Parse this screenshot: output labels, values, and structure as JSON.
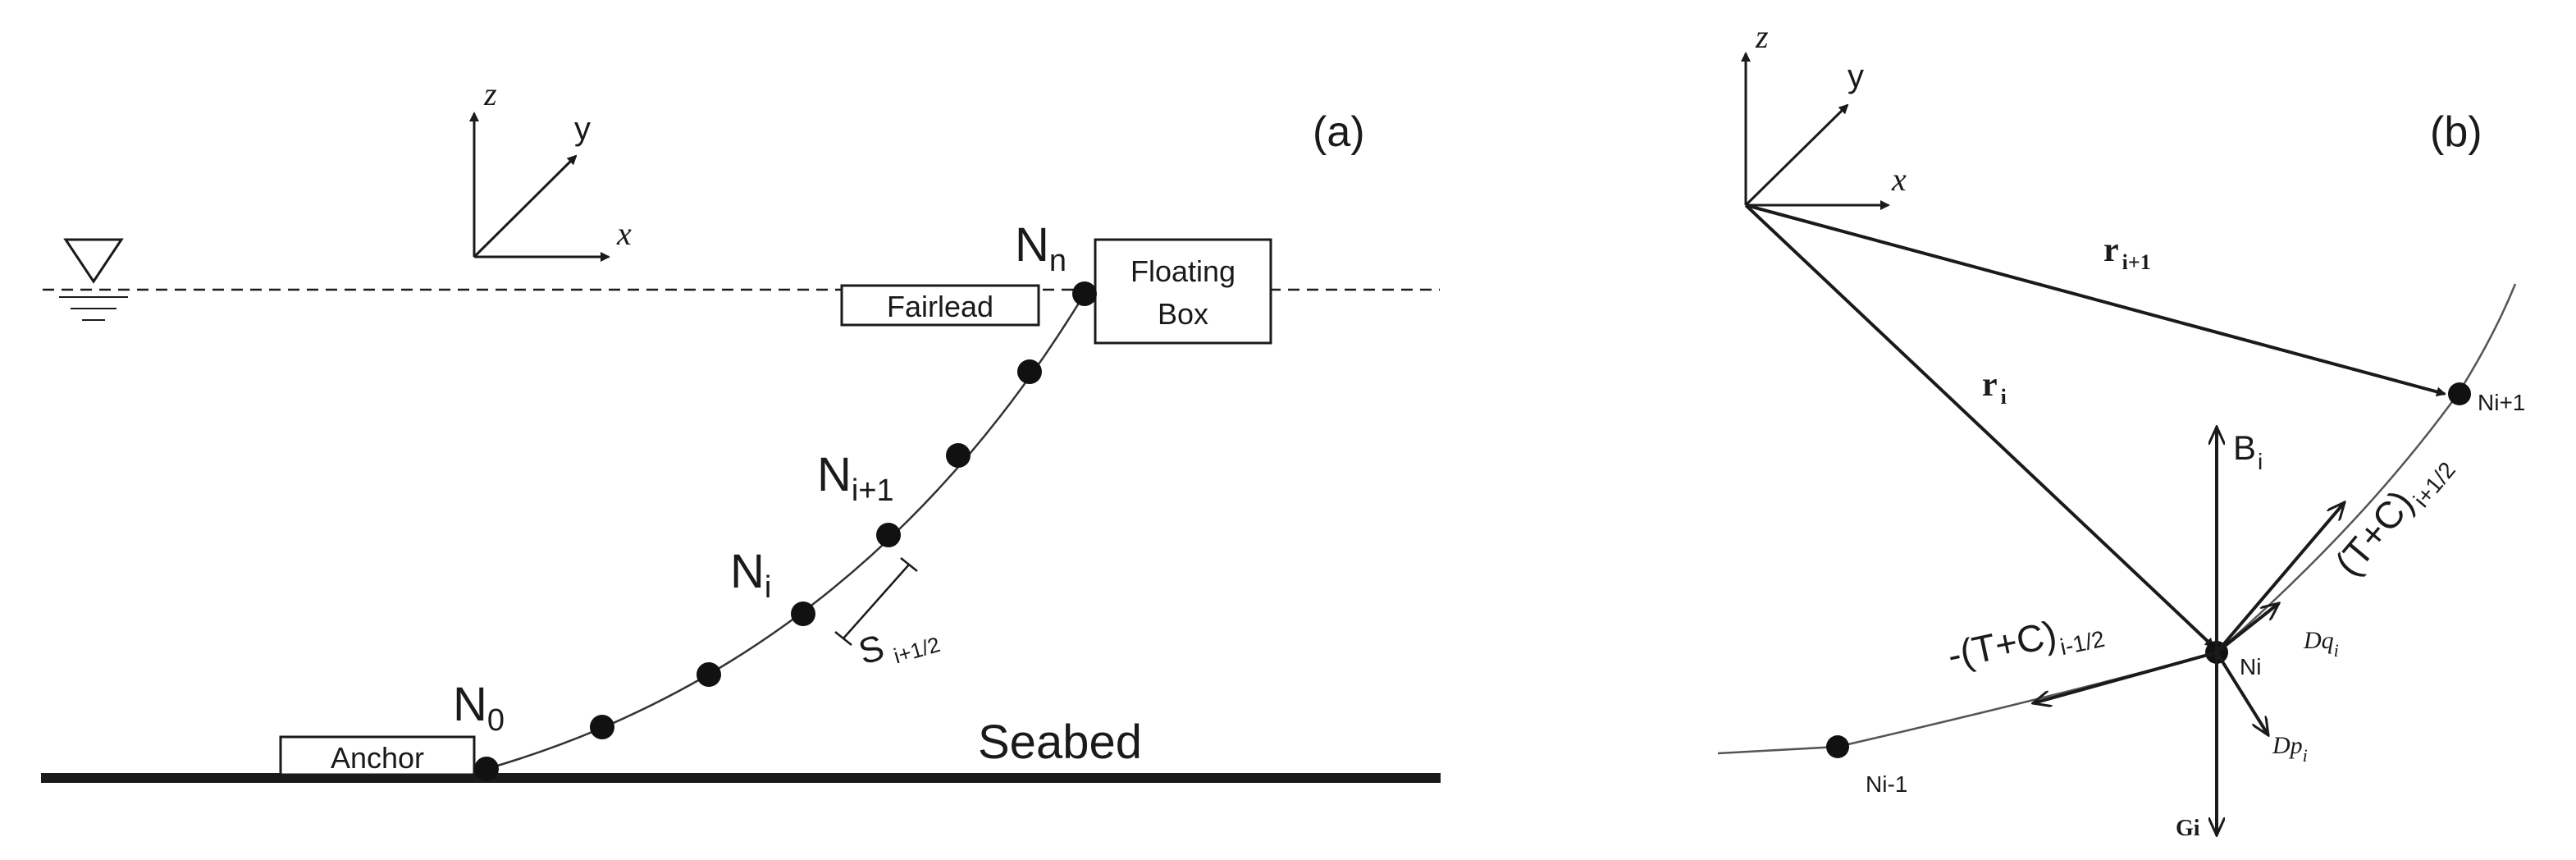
{
  "panel_a": {
    "tag": "(a)",
    "axes": {
      "z": "z",
      "y": "y",
      "x": "x"
    },
    "fairlead": "Fairlead",
    "floating_box_line1": "Floating",
    "floating_box_line2": "Box",
    "anchor": "Anchor",
    "seabed": "Seabed",
    "node_n": {
      "base": "N",
      "sub": "n"
    },
    "node_i1": {
      "base": "N",
      "sub": "i+1"
    },
    "node_i": {
      "base": "N",
      "sub": "i"
    },
    "node_0": {
      "base": "N",
      "sub": "0"
    },
    "segment": {
      "base": "S",
      "sub": "i+1/2"
    }
  },
  "panel_b": {
    "tag": "(b)",
    "axes": {
      "z": "z",
      "y": "y",
      "x": "x"
    },
    "r_next": {
      "base": "r",
      "sub": "i+1"
    },
    "r_i": {
      "base": "r",
      "sub": "i"
    },
    "node_next": "Ni+1",
    "node_i": "Ni",
    "node_prev": "Ni-1",
    "buoyancy": {
      "base": "B",
      "sub": "i"
    },
    "tension_next": {
      "base": "(T+C)",
      "sub": "i+1/2"
    },
    "tension_prev": {
      "base": "-(T+C)",
      "sub": "i-1/2"
    },
    "drag_q": {
      "base": "Dq",
      "sub": "i"
    },
    "drag_p": {
      "base": "Dp",
      "sub": "i"
    },
    "gravity": "Gi"
  }
}
